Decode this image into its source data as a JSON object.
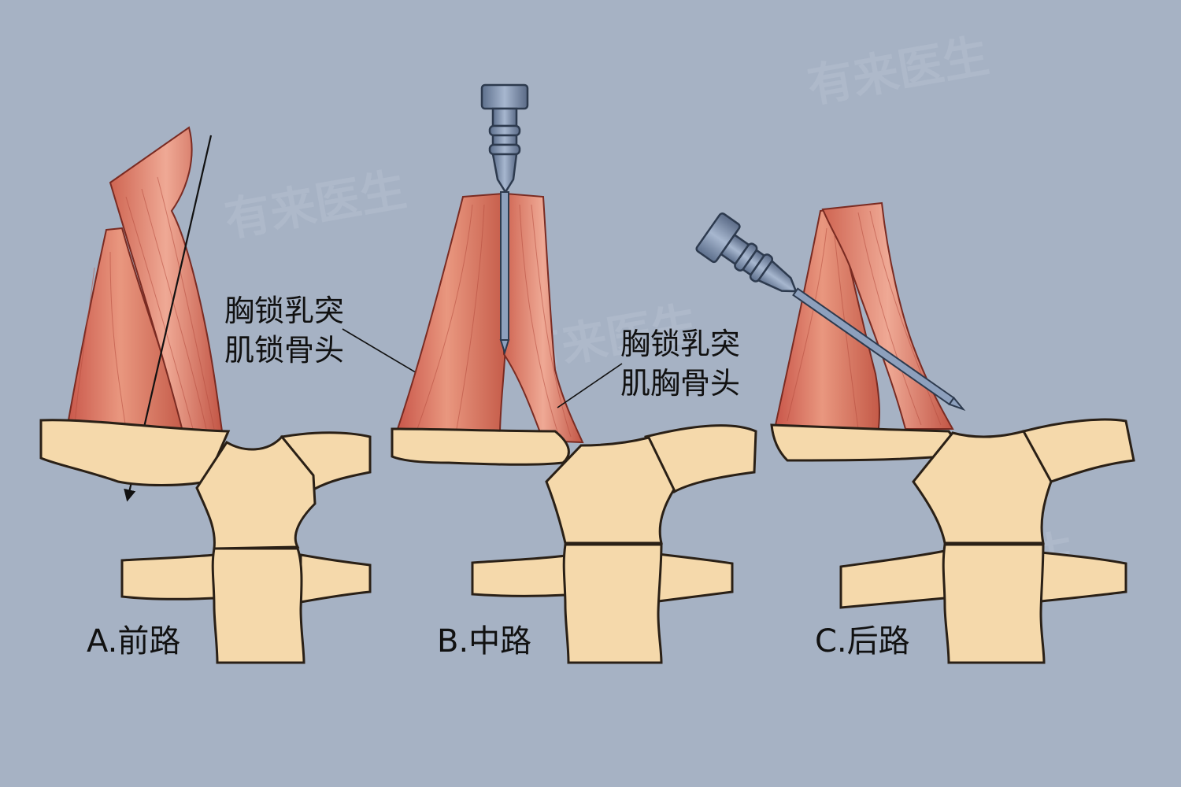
{
  "panels": [
    {
      "label": "A.前路"
    },
    {
      "label": "B.中路"
    },
    {
      "label": "C.后路"
    }
  ],
  "annotations": {
    "clavicular_head": [
      "胸锁乳突",
      "肌锁骨头"
    ],
    "sternal_head": [
      "胸锁乳突",
      "肌胸骨头"
    ]
  },
  "watermark": "有来医生",
  "colors": {
    "background": "#a6b2c4",
    "bone_fill": "#f5d9ab",
    "bone_stroke": "#2a2016",
    "muscle_fill": "#dc7a64",
    "muscle_dark": "#b34b3c",
    "needle": "#7f93b1",
    "needle_dark": "#3e4e66"
  }
}
